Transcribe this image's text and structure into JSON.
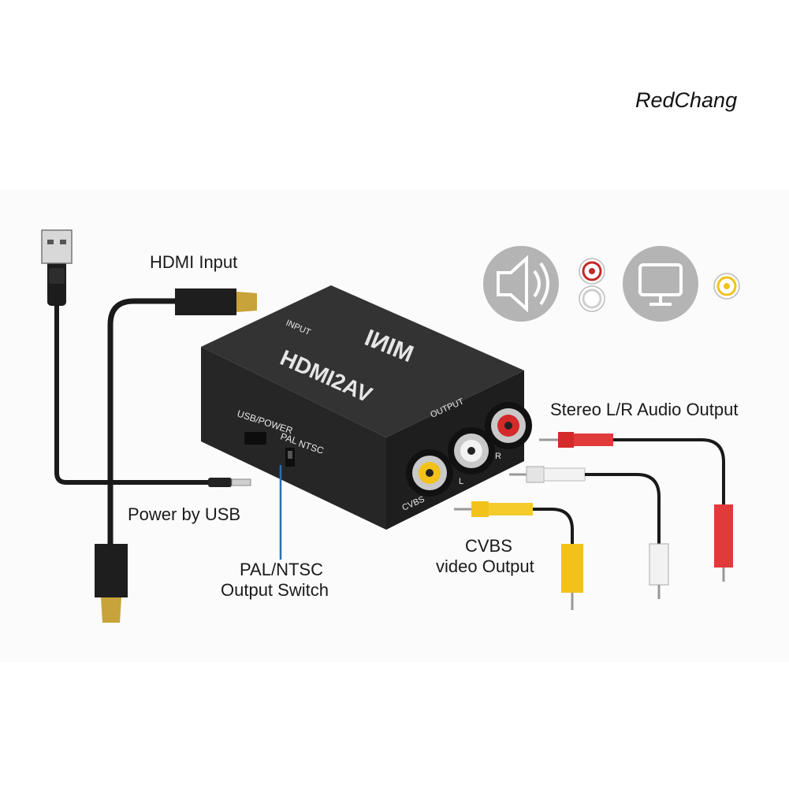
{
  "brand": "RedChang",
  "device": {
    "top_text": "MINI",
    "model_text": "HDMI2AV",
    "input_port": "INPUT",
    "output_port": "OUTPUT",
    "usb_port": "USB/POWER",
    "switch_pal": "PAL",
    "switch_ntsc": "NTSC",
    "jack_cvbs": "CVBS",
    "jack_l": "L",
    "jack_r": "R"
  },
  "callouts": {
    "hdmi_input": "HDMI Input",
    "power_usb": "Power by USB",
    "switch_line1": "PAL/NTSC",
    "switch_line2": "Output Switch",
    "stereo_audio": "Stereo L/R Audio Output",
    "cvbs_line1": "CVBS",
    "cvbs_line2": "video Output"
  },
  "icons": [
    "speaker-icon",
    "monitor-icon"
  ],
  "colors": {
    "device": "#2b2b2b",
    "jack_red": "#d42a2a",
    "jack_white": "#f2f2f2",
    "jack_yellow": "#f2c21a",
    "pointer_blue": "#2a6fb5",
    "icon_circle": "#b4b4b4"
  }
}
